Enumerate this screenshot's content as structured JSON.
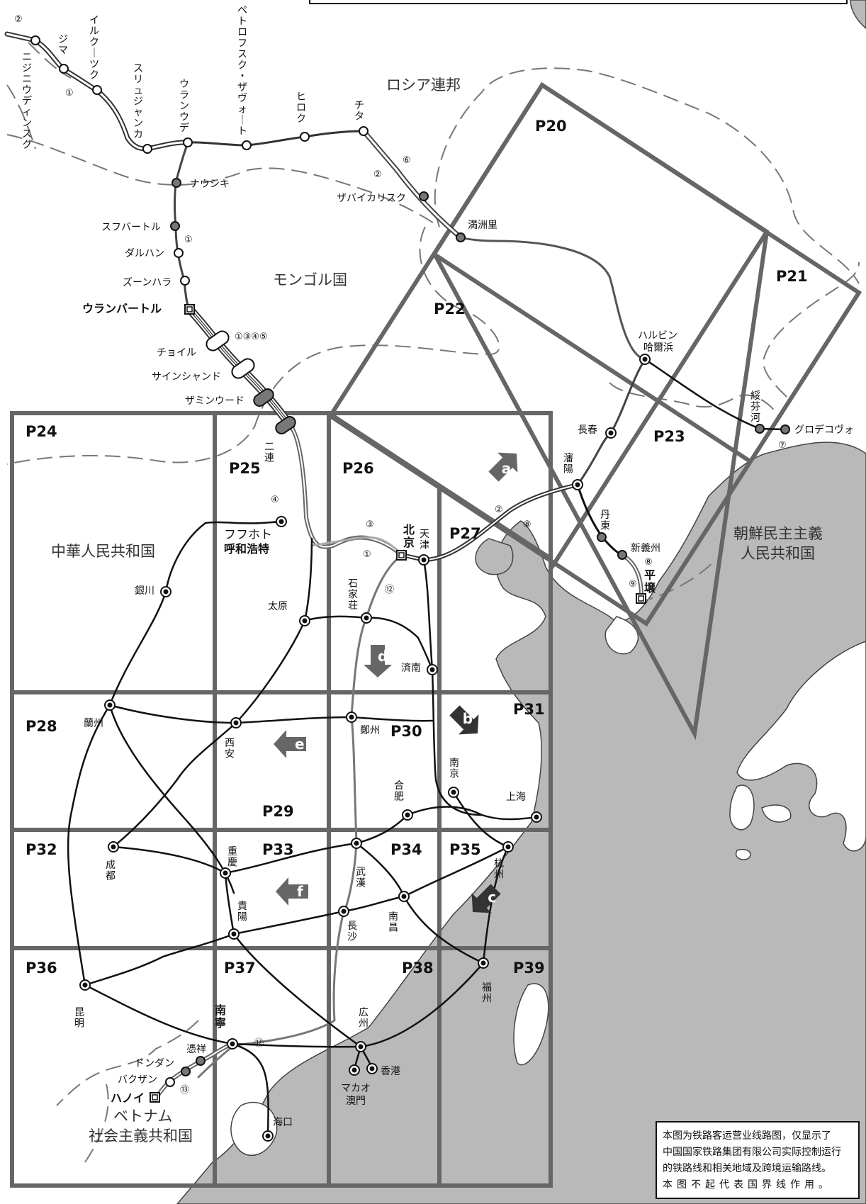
{
  "countries": {
    "russia": "ロシア連邦",
    "mongolia": "モンゴル国",
    "china": "中華人民共和国",
    "dprk": [
      "朝鮮民主主義",
      "人民共和国"
    ],
    "vietnam": [
      "ベトナム",
      "社会主義共和国"
    ]
  },
  "pages": [
    "P20",
    "P21",
    "P22",
    "P23",
    "P24",
    "P25",
    "P26",
    "P27",
    "P28",
    "P29",
    "P30",
    "P31",
    "P32",
    "P33",
    "P34",
    "P35",
    "P36",
    "P37",
    "P38",
    "P39"
  ],
  "arrows": [
    "a",
    "b",
    "c",
    "d",
    "e",
    "f"
  ],
  "stations": {
    "nizhneudinsk": "ニジニウディンスク",
    "zima": "ジマ",
    "irkutsk": "イルクーツク",
    "slyudyanka": "スリュジャンカ",
    "ulanude": "ウランウデ",
    "petrovsk": "ペトロフスク・ザヴォート",
    "khilok": "ヒロク",
    "chita": "チタ",
    "zabaykalsk": "ザバイカリスク",
    "manzhouli": "満洲里",
    "naushki": "ナウシキ",
    "sukhbaatar": "スフバートル",
    "darkhan": "ダルハン",
    "zuunkharaa": "ズーンハラ",
    "ulaanbaatar": "ウランバートル",
    "choir": "チョイル",
    "sainshand": "サインシャンド",
    "zamynuud": "ザミンウード",
    "erlian": "二連",
    "hohhot_kana": "フフホト",
    "hohhot": "呼和浩特",
    "yinchuan": "銀川",
    "taiyuan": "太原",
    "beijing": "北京",
    "tianjin": "天津",
    "shijiazhuang": "石家荘",
    "jinan": "済南",
    "shenyang": "瀋陽",
    "changchun": "長春",
    "harbin_kana": "ハルビン",
    "harbin": "哈爾浜",
    "suifenhe": "綏芬河",
    "grodekovo": "グロデコヴォ",
    "dandong": "丹東",
    "sinuiju": "新義州",
    "pyongyang": "平壌",
    "lanzhou": "蘭州",
    "xian": "西安",
    "zhengzhou": "鄭州",
    "nanjing": "南京",
    "hefei": "合肥",
    "shanghai": "上海",
    "hangzhou": "杭州",
    "chengdu": "成都",
    "chongqing": "重慶",
    "wuhan": "武漢",
    "nanchang": "南昌",
    "changsha": "長沙",
    "guiyang": "貴陽",
    "fuzhou": "福州",
    "kunming": "昆明",
    "nanning": "南寧",
    "guangzhou": "広州",
    "hongkong": "香港",
    "macau_kana": "マカオ",
    "macau": "澳門",
    "haikou": "海口",
    "pingxiang": "憑祥",
    "dongdang": "ドンダン",
    "bac_giang": "バクザン",
    "hanoi": "ハノイ"
  },
  "route_numbers": {
    "n2": "②",
    "n1": "①",
    "n6": "⑥",
    "n4": "④",
    "n3": "③",
    "n12": "⑫",
    "n8": "⑧",
    "n9": "⑨",
    "n7": "⑦",
    "n13": "⑬",
    "n1345": "①③④⑤"
  },
  "note": {
    "lines": [
      "本图为铁路客运营业线路图，仅显示了",
      "中国国家铁路集团有限公司实际控制运行",
      "的铁路线和相关地域及跨境运输路线。",
      "本图不起代表国界线作用。"
    ]
  },
  "colors": {
    "sea": "#b9b9b9",
    "border_dash": "#777777",
    "frame": "#666666",
    "rail": "#111111",
    "arrow_dark": "#333333",
    "arrow_mid": "#666666"
  }
}
